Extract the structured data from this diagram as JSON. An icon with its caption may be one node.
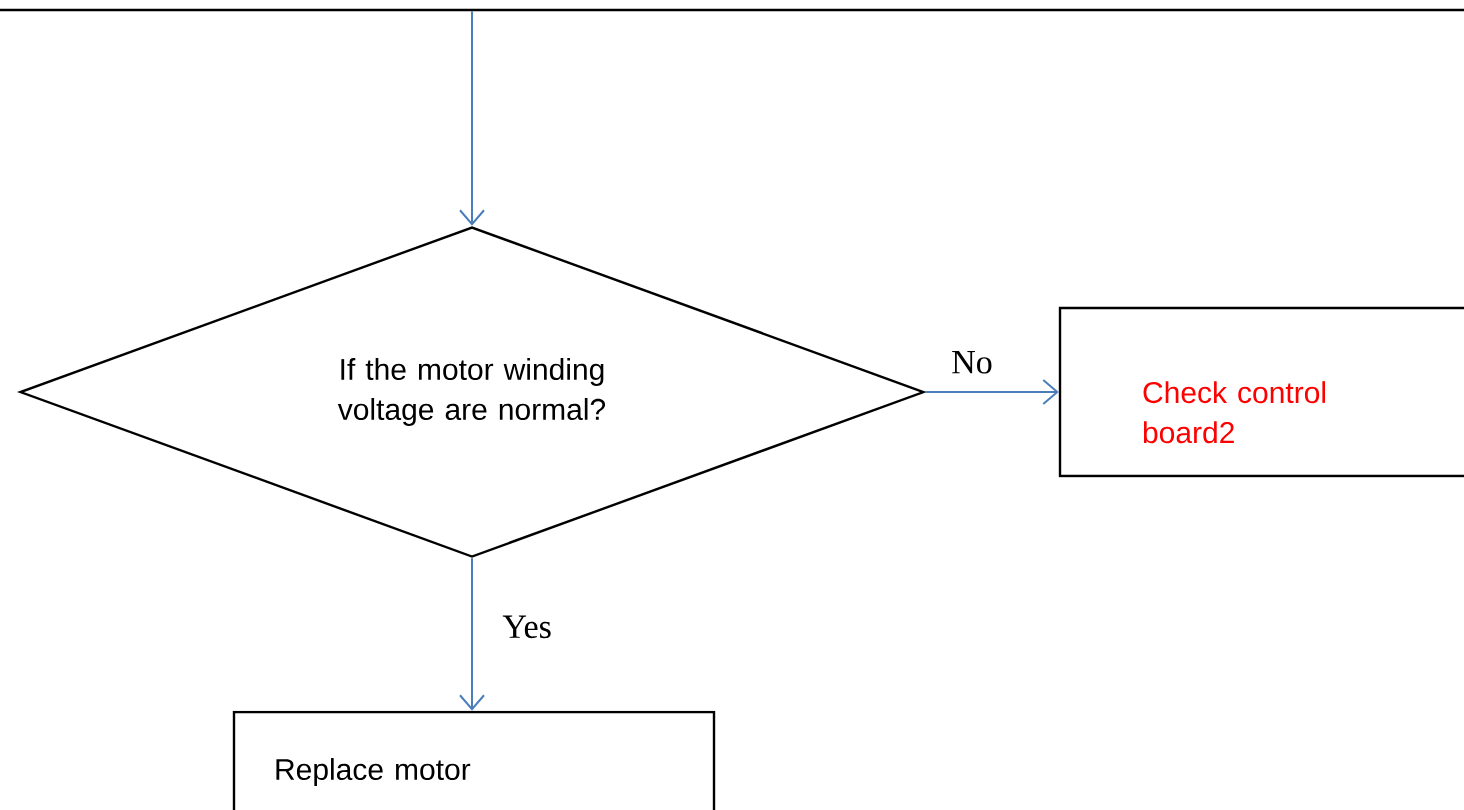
{
  "diagram": {
    "nodes": [
      {
        "text": [],
        "shape": "box"
      },
      {
        "text": [
          "If the motor winding voltage are normal?"
        ]
      },
      {
        "text": [
          "Check control board2"
        ]
      },
      {
        "text": [
          "Replace motor"
        ]
      }
    ],
    "edges": [
      {
        "from": 0,
        "to": 1,
        "arrow": "to"
      },
      {
        "from": 1,
        "to": 2,
        "arrow": "to",
        "label": "No"
      },
      {
        "from": 1,
        "to": 3,
        "arrow": "to",
        "label": "Yes"
      }
    ]
  }
}
